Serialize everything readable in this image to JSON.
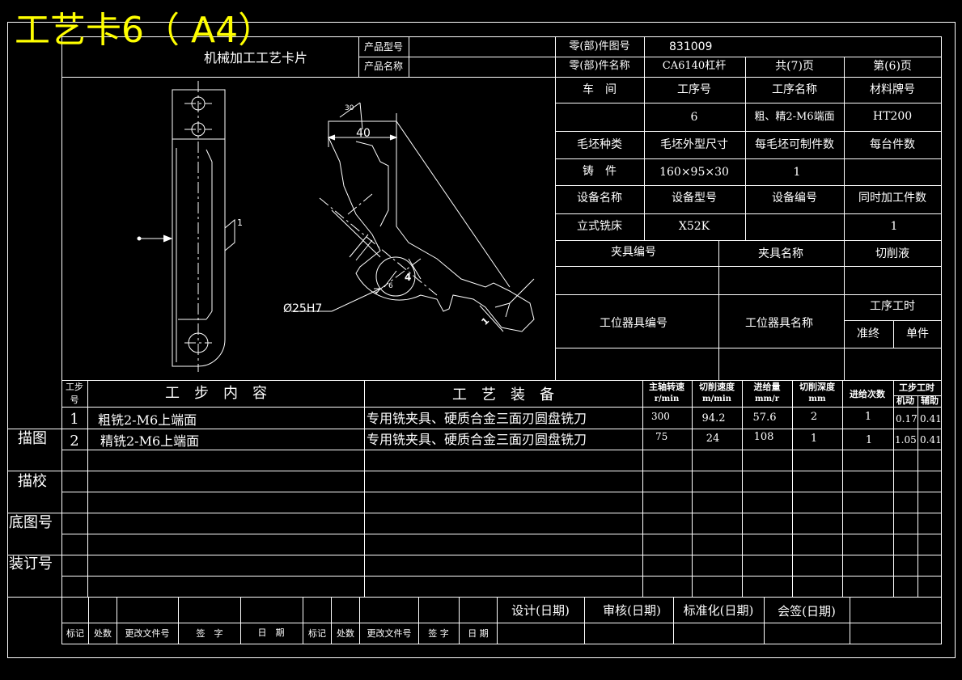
{
  "big_title": "工艺卡6（ A4）",
  "card_title": "机械加工工艺卡片",
  "header": {
    "product_model_label": "产品型号",
    "product_name_label": "产品名称",
    "part_drawing_label": "零(部)件图号",
    "part_drawing_value": "831009",
    "part_name_label": "零(部)件名称",
    "part_name_value": "CA6140杠杆",
    "total_pages": "共(7)页",
    "page_no": "第(6)页"
  },
  "info": {
    "workshop_label": "车　间",
    "op_no_label": "工序号",
    "op_name_label": "工序名称",
    "material_label": "材料牌号",
    "op_no": "6",
    "op_name": "粗、精2-M6端面",
    "material": "HT200",
    "blank_type_label": "毛坯种类",
    "blank_size_label": "毛坯外型尺寸",
    "per_blank_label": "每毛坯可制件数",
    "per_unit_label": "每台件数",
    "blank_type": "铸　件",
    "blank_size": "160×95×30",
    "per_blank": "1",
    "equip_name_label": "设备名称",
    "equip_model_label": "设备型号",
    "equip_no_label": "设备编号",
    "simul_label": "同时加工件数",
    "equip_name": "立式铣床",
    "equip_model": "X52K",
    "simul": "1",
    "fixture_no_label": "夹具编号",
    "fixture_name_label": "夹具名称",
    "coolant_label": "切削液",
    "station_tool_no_label": "工位器具编号",
    "station_tool_name_label": "工位器具名称",
    "op_time_label": "工序工时",
    "prep_label": "准终",
    "unit_label": "单件"
  },
  "drawing": {
    "dim_40": "40",
    "dim_30": "30",
    "dim_bore": "Ø25H7",
    "label_1": "1",
    "label_4": "4",
    "label_6": "6",
    "label_1b": "1"
  },
  "steps_header": {
    "step_no_top": "工步",
    "step_no_bottom": "号",
    "content": "工　步　内　容",
    "equipment": "工　艺　装　备",
    "spindle": "主轴转速",
    "spindle_unit": "r/min",
    "cut_speed": "切削速度",
    "cut_speed_unit": "m/min",
    "feed": "进给量",
    "feed_unit": "mm/r",
    "depth": "切削深度",
    "depth_unit": "mm",
    "passes": "进给次数",
    "step_time": "工步工时",
    "machine": "机动",
    "aux": "辅助"
  },
  "steps": [
    {
      "no": "1",
      "content": "粗铣2-M6上端面",
      "equipment": "专用铣夹具、硬质合金三面刃圆盘铣刀",
      "spindle": "300",
      "speed": "94.2",
      "feed": "57.6",
      "depth": "2",
      "passes": "1",
      "machine": "0.17",
      "aux": "0.41"
    },
    {
      "no": "2",
      "content": "精铣2-M6上端面",
      "equipment": "专用铣夹具、硬质合金三面刃圆盘铣刀",
      "spindle": "75",
      "speed": "24",
      "feed": "108",
      "depth": "1",
      "passes": "1",
      "machine": "1.05",
      "aux": "0.41"
    }
  ],
  "side_labels": [
    "描图",
    "描校",
    "底图号",
    "装订号"
  ],
  "signatures": {
    "design": "设计(日期)",
    "review": "审核(日期)",
    "standard": "标准化(日期)",
    "countersign": "会签(日期)"
  },
  "revision": {
    "mark": "标记",
    "place": "处数",
    "doc": "更改文件号",
    "sign": "签　字",
    "date": "日　期",
    "mark2": "标记",
    "place2": "处数",
    "doc2": "更改文件号",
    "sign2": "签 字",
    "date2": "日 期"
  }
}
